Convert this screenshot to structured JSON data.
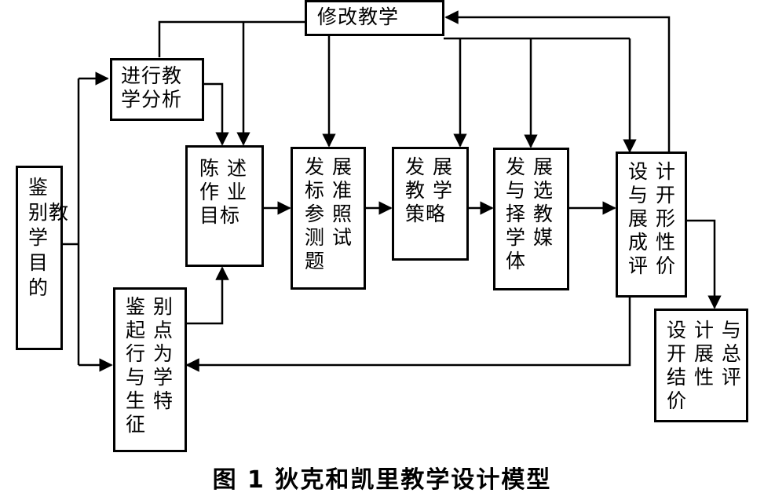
{
  "diagram": {
    "nodes": {
      "revise": [
        "修改教学"
      ],
      "analysis": [
        "进行教",
        "学分析"
      ],
      "goals": [
        "鉴",
        "别教",
        "学",
        "目",
        "的"
      ],
      "objectives": [
        "陈 述",
        "作 业",
        "目标"
      ],
      "entry": [
        "鉴 别",
        "起 点",
        "行 为",
        "与 学",
        "生 特",
        "征"
      ],
      "tests": [
        "发 展",
        "标 准",
        "参 照",
        "测 试",
        "题"
      ],
      "strategy": [
        "发 展",
        "教 学",
        "策略"
      ],
      "media": [
        "发 展",
        "与 选",
        "择 教",
        "学 媒",
        "体"
      ],
      "formative": [
        "设 计",
        "与 开",
        "展 形",
        "成 性",
        "评 价"
      ],
      "summative": [
        "设 计 与",
        "开 展 总",
        "结 性 评",
        "价"
      ]
    },
    "caption": "图 1  狄克和凯里教学设计模型"
  },
  "colors": {
    "line": "#000000",
    "border": "#000000",
    "background": "#ffffff"
  }
}
